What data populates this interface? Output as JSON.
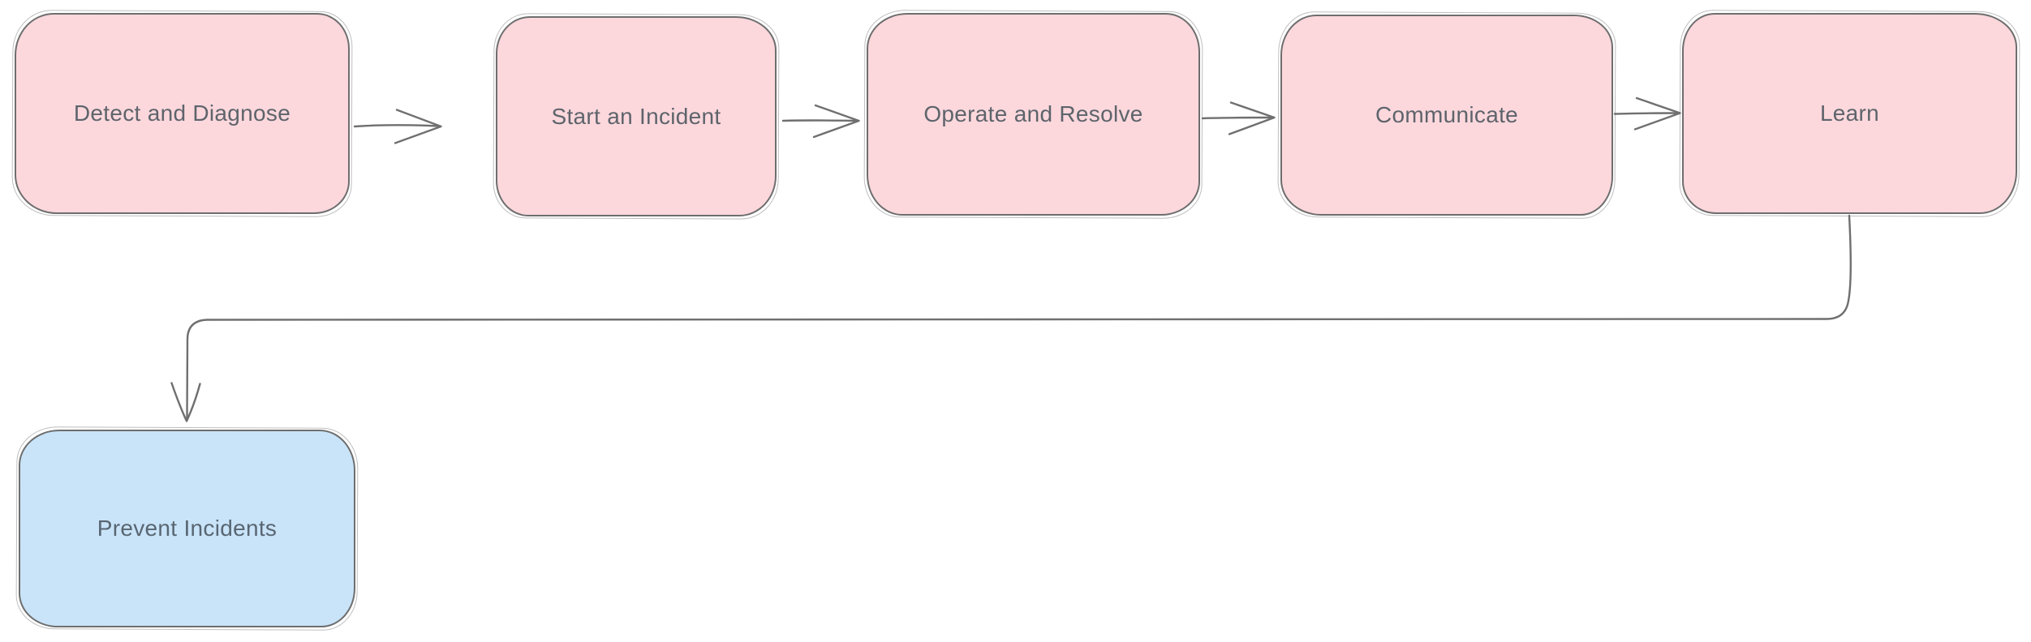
{
  "diagram": {
    "type": "flowchart",
    "nodes": [
      {
        "id": "detect-and-diagnose",
        "label": "Detect and Diagnose",
        "fill": "#fcd8dd",
        "kind": "process"
      },
      {
        "id": "start-an-incident",
        "label": "Start an Incident",
        "fill": "#fcd8dd",
        "kind": "process"
      },
      {
        "id": "operate-and-resolve",
        "label": "Operate and Resolve",
        "fill": "#fcd8dd",
        "kind": "process"
      },
      {
        "id": "communicate",
        "label": "Communicate",
        "fill": "#fcd8dd",
        "kind": "process"
      },
      {
        "id": "learn",
        "label": "Learn",
        "fill": "#fcd8dd",
        "kind": "process"
      },
      {
        "id": "prevent-incidents",
        "label": "Prevent Incidents",
        "fill": "#c9e4f9",
        "kind": "highlight"
      }
    ],
    "edges": [
      {
        "from": "detect-and-diagnose",
        "to": "start-an-incident"
      },
      {
        "from": "start-an-incident",
        "to": "operate-and-resolve"
      },
      {
        "from": "operate-and-resolve",
        "to": "communicate"
      },
      {
        "from": "communicate",
        "to": "learn"
      },
      {
        "from": "learn",
        "to": "prevent-incidents"
      }
    ],
    "colors": {
      "node_fill_pink": "#fcd8dd",
      "node_fill_blue": "#c9e4f9",
      "stroke": "#6e6e6e",
      "text": "#5e646b",
      "background": "#ffffff"
    }
  }
}
